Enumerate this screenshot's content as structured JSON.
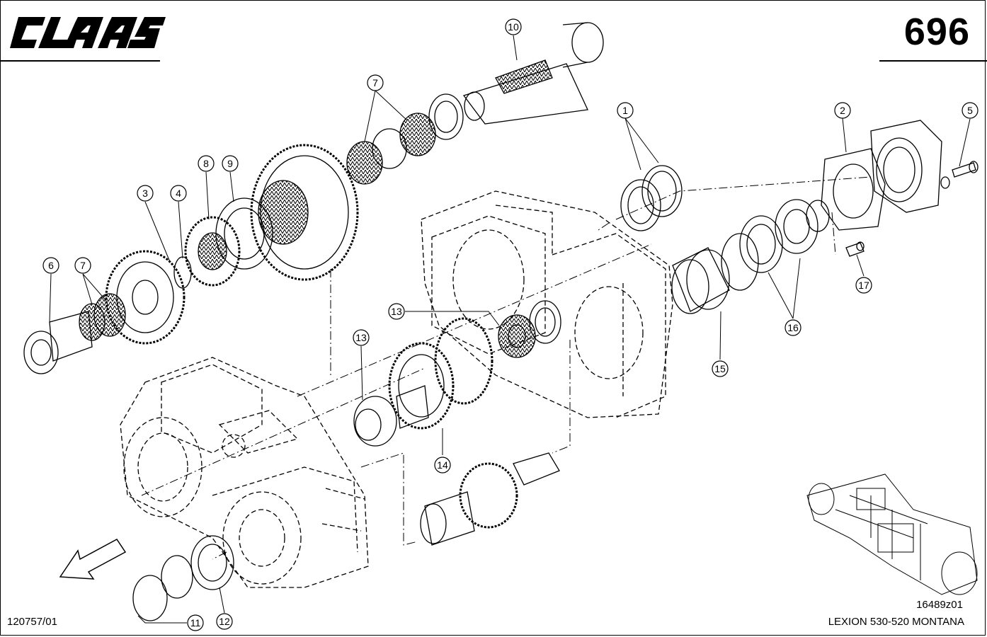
{
  "header": {
    "brand": "CLAAS",
    "page_number": "696"
  },
  "footer": {
    "drawing_ref": "120757/01",
    "figure_ref": "16489z01",
    "model": "LEXION 530-520 MONTANA"
  },
  "callouts": [
    "1",
    "2",
    "3",
    "4",
    "5",
    "6",
    "7",
    "7",
    "8",
    "9",
    "10",
    "11",
    "12",
    "13",
    "13",
    "14",
    "15",
    "16",
    "17"
  ],
  "colors": {
    "ink": "#000000",
    "paper": "#ffffff"
  },
  "icons": {
    "direction": "arrow-icon",
    "overview": "machine-overview-icon"
  }
}
